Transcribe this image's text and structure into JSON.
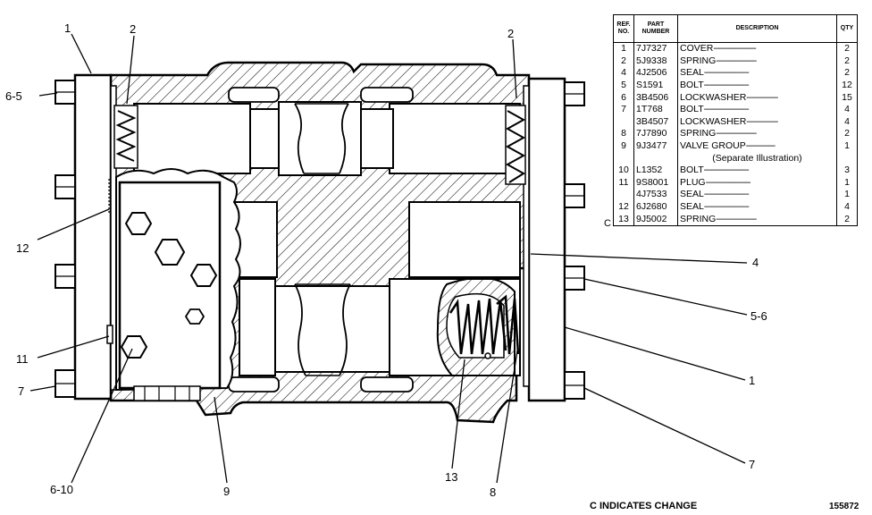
{
  "table": {
    "headers": {
      "ref": "REF. NO.",
      "part": "PART NUMBER",
      "description": "DESCRIPTION",
      "qty": "QTY"
    },
    "rows": [
      {
        "ref": "1",
        "part": "7J7327",
        "desc": "COVER",
        "qty": "2"
      },
      {
        "ref": "2",
        "part": "5J9338",
        "desc": "SPRING",
        "qty": "2"
      },
      {
        "ref": "4",
        "part": "4J2506",
        "desc": "SEAL",
        "qty": "2"
      },
      {
        "ref": "5",
        "part": "S1591",
        "desc": "BOLT",
        "qty": "12"
      },
      {
        "ref": "6",
        "part": "3B4506",
        "desc": "LOCKWASHER",
        "qty": "15"
      },
      {
        "ref": "7",
        "part": "1T768",
        "desc": "BOLT",
        "qty": "4"
      },
      {
        "ref": "",
        "part": "3B4507",
        "desc": "LOCKWASHER",
        "qty": "4"
      },
      {
        "ref": "8",
        "part": "7J7890",
        "desc": "SPRING",
        "qty": "2"
      },
      {
        "ref": "9",
        "part": "9J3477",
        "desc": "VALVE GROUP",
        "qty": "1"
      },
      {
        "ref": "",
        "part": "",
        "desc": "(Separate Illustration)",
        "qty": ""
      },
      {
        "ref": "10",
        "part": "L1352",
        "desc": "BOLT",
        "qty": "3"
      },
      {
        "ref": "11",
        "part": "9S8001",
        "desc": "PLUG",
        "qty": "1"
      },
      {
        "ref": "",
        "part": "4J7533",
        "desc": "SEAL",
        "qty": "1"
      },
      {
        "ref": "12",
        "part": "6J2680",
        "desc": "SEAL",
        "qty": "4"
      },
      {
        "ref": "13",
        "part": "9J5002",
        "desc": "SPRING",
        "qty": "2"
      }
    ]
  },
  "change_mark": "C",
  "callouts": {
    "c1_top": "1",
    "c2_left": "2",
    "c2_right": "2",
    "c65": "6-5",
    "c12": "12",
    "c11": "11",
    "c7_left": "7",
    "c610": "6-10",
    "c9": "9",
    "c13": "13",
    "c8": "8",
    "c4": "4",
    "c56": "5-6",
    "c1_right": "1",
    "c7_right": "7"
  },
  "footer": {
    "change_note": "C INDICATES CHANGE",
    "drawing_number": "155872"
  }
}
